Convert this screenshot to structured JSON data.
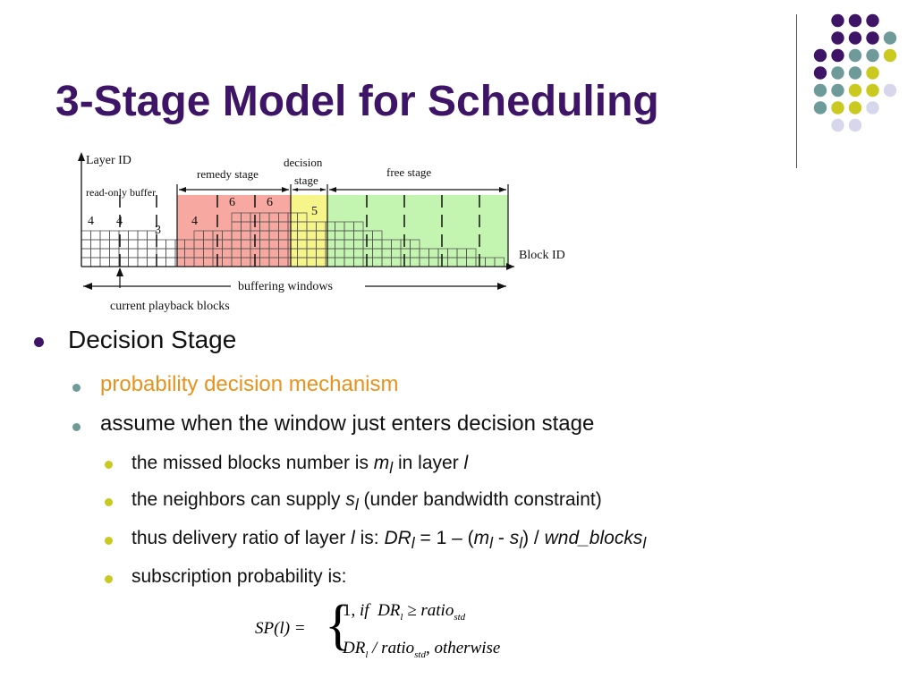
{
  "title": "3-Stage Model for Scheduling",
  "colors": {
    "title": "#3d1466",
    "purple": "#3d1466",
    "teal": "#6f9a9a",
    "yellow": "#c9c91f",
    "lavender": "#d6d6ec",
    "remedy_fill": "#f7a8a0",
    "decision_fill": "#f5f58a",
    "free_fill": "#c4f5b0",
    "highlight": "#e8921c"
  },
  "diagram": {
    "layer_id": "Layer ID",
    "block_id": "Block ID",
    "read_only_buffer": "read-only buffer",
    "remedy_stage": "remedy stage",
    "decision_stage_line1": "decision",
    "decision_stage_line2": "stage",
    "free_stage": "free stage",
    "buffering_windows": "buffering windows",
    "current_playback_blocks": "current playback blocks",
    "numbers": [
      "4",
      "4",
      "3",
      "4",
      "6",
      "6",
      "5"
    ]
  },
  "bullets": {
    "l1": "Decision Stage",
    "l2a": "probability decision mechanism",
    "l2b": "assume when the window just enters decision stage",
    "l3a": {
      "pre": "the missed blocks number is ",
      "var": "m",
      "sub": "l",
      "mid": " in layer ",
      "var2": "l"
    },
    "l3b": {
      "pre": "the neighbors can supply ",
      "var": "s",
      "sub": "l",
      "post": " (under bandwidth constraint)"
    },
    "l3c": {
      "pre": "thus delivery ratio of layer ",
      "var": "l",
      "is": " is: ",
      "dr": "DR",
      "sub": "l",
      "eq": " = 1 – (",
      "m": "m",
      "minus": " - ",
      "s": "s",
      "close": ") / ",
      "wnd": "wnd_blocks"
    },
    "l3d": "subscription probability is:"
  },
  "formula": {
    "lhs": "SP(l) =",
    "case1_a": "1, ",
    "case1_if": "if",
    "case1_dr": "DR",
    "case1_sub": "l",
    "case1_geq": " ≥ ratio",
    "case1_std": "std",
    "case2_dr": "DR",
    "case2_sub": "l",
    "case2_div": " / ratio",
    "case2_std": "std",
    "case2_otherwise": ", otherwise"
  }
}
